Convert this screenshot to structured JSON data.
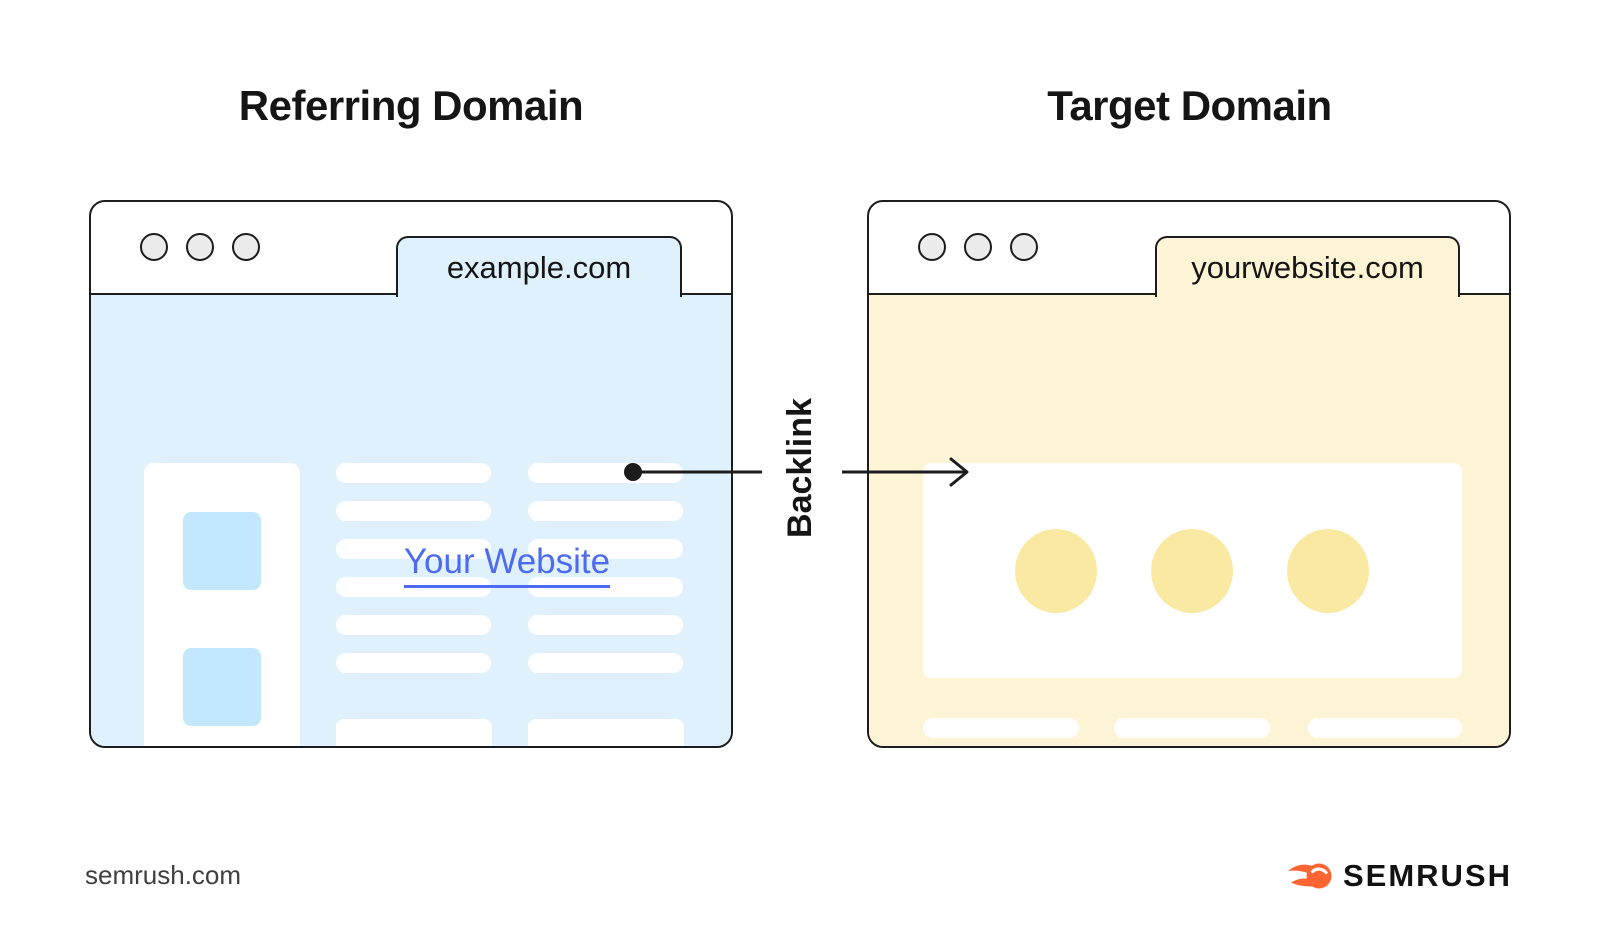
{
  "titles": {
    "referring": "Referring Domain",
    "target": "Target Domain"
  },
  "referring_window": {
    "tab_label": "example.com",
    "link_label": "Your Website"
  },
  "target_window": {
    "tab_label": "yourwebsite.com"
  },
  "arrow": {
    "label": "Backlink",
    "direction": "right"
  },
  "footer": {
    "source": "semrush.com",
    "brand": "SEMRUSH"
  },
  "icons": {
    "window_controls": "three-circle-window-dots",
    "backlink_connector": "dot-line-arrow-right",
    "brand_icon": "semrush-flame-ball"
  },
  "colors": {
    "blue_bg": "#def1fc",
    "blue_accent": "#c3e7fb",
    "yellow_bg": "#fdf4d6",
    "yellow_accent": "#fae9a2",
    "link_blue": "#4d6af0",
    "brand_orange": "#ff6433",
    "line": "#1c1c1c",
    "ink": "#151515",
    "muted": "#3f3f3f",
    "ctl_fill": "#ececec",
    "placeholder_white": "#ffffff"
  }
}
